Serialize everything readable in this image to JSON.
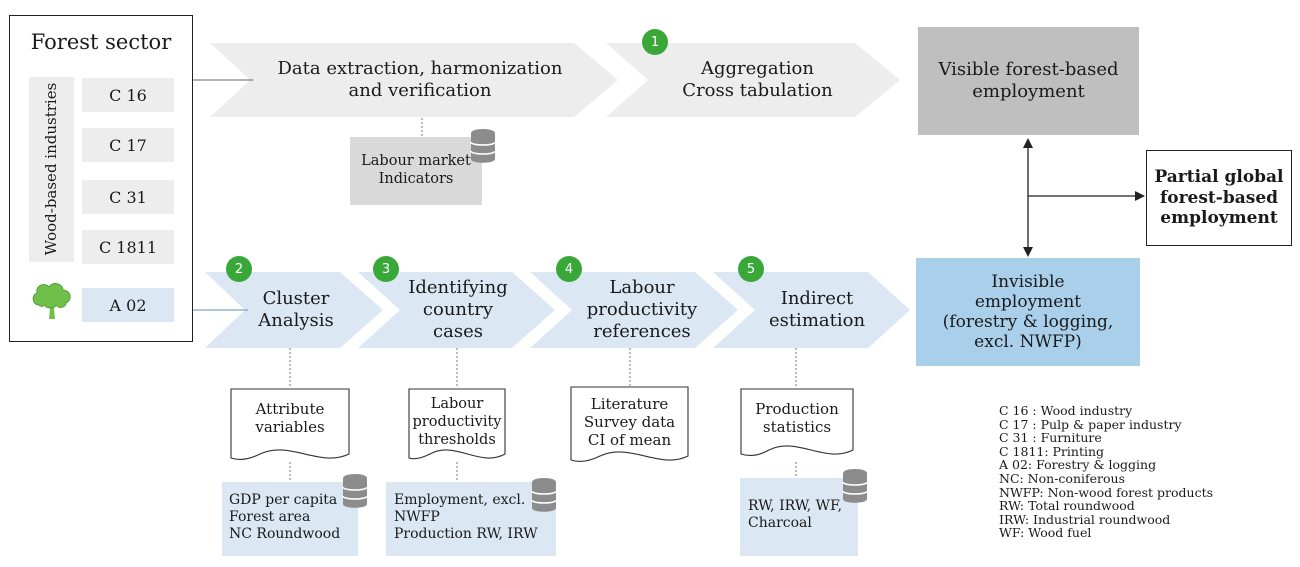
{
  "forest_sector": {
    "title": "Forest sector",
    "side_label": "Wood-based industries",
    "codes": [
      "C 16",
      "C 17",
      "C 31",
      "C 1811"
    ],
    "forestry_code": "A 02"
  },
  "top_flow": {
    "step_extract": "Data extraction, harmonization\nand verification",
    "step1_number": "1",
    "step1_label": "Aggregation\nCross tabulation",
    "visible_result": "Visible forest-based\nemployment",
    "labour_db": "Labour market\nIndicators"
  },
  "bottom_flow": {
    "steps": [
      {
        "number": "2",
        "label": "Cluster\nAnalysis",
        "doc": "Attribute\nvariables",
        "db": "GDP per capita\nForest area\nNC Roundwood"
      },
      {
        "number": "3",
        "label": "Identifying\ncountry\ncases",
        "doc": "Labour\nproductivity\nthresholds",
        "db": "Employment, excl.\nNWFP\nProduction RW, IRW"
      },
      {
        "number": "4",
        "label": "Labour\nproductivity\nreferences",
        "doc": "Literature\nSurvey data\nCI of mean"
      },
      {
        "number": "5",
        "label": "Indirect\nestimation",
        "doc": "Production\nstatistics",
        "db": "RW, IRW, WF,\nCharcoal"
      }
    ],
    "invisible_result": "Invisible\nemployment\n(forestry & logging,\nexcl. NWFP)"
  },
  "partial_global": "Partial global\nforest-based\nemployment",
  "legend": [
    "C 16 : Wood industry",
    "C 17 : Pulp & paper industry",
    "C 31 : Furniture",
    "C 1811: Printing",
    "A 02: Forestry & logging",
    "NC: Non-coniferous",
    "NWFP: Non-wood forest products",
    "RW: Total roundwood",
    "IRW: Industrial roundwood",
    "WF: Wood fuel"
  ],
  "colors": {
    "gray_chevron": "#ededed",
    "blue_chevron": "#dbe7f3",
    "visible_box": "#bfbfbf",
    "invisible_box": "#a9cfea",
    "badge": "#3aa839",
    "tree": "#6fbf4a"
  },
  "icons": [
    "tree-icon",
    "database-icon"
  ]
}
